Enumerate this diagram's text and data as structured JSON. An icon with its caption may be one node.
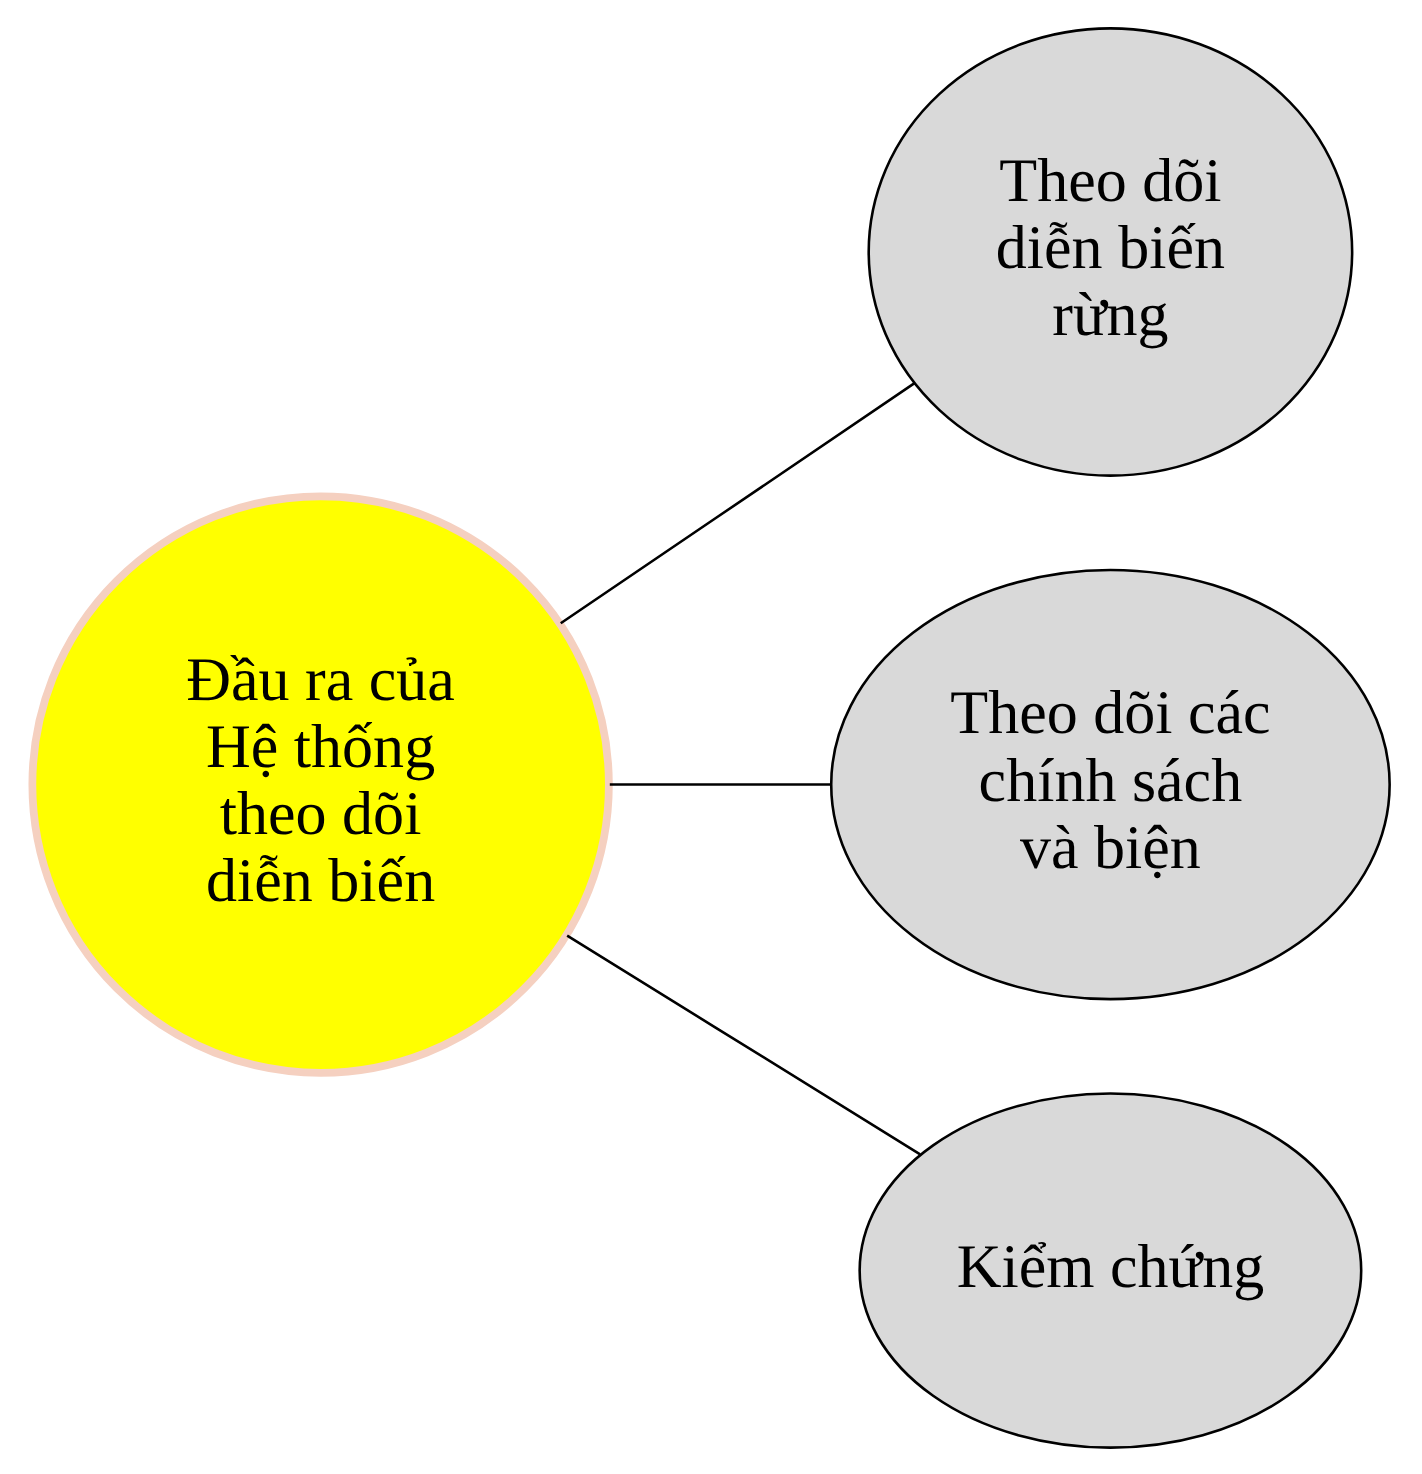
{
  "diagram": {
    "nodes": [
      {
        "text": [
          "Đầu ra của Hệ thống theo dõi diễn biến"
        ]
      },
      {
        "text": [
          "Theo dõi diễn biến rừng"
        ]
      },
      {
        "text": [
          "Theo dõi các chính sách và biện"
        ]
      },
      {
        "text": [
          "Kiểm chứng"
        ]
      }
    ],
    "edges": [
      {
        "from": 0,
        "to": 1,
        "arrow": "none"
      },
      {
        "from": 0,
        "to": 2,
        "arrow": "none"
      },
      {
        "from": 0,
        "to": 3,
        "arrow": "none"
      }
    ]
  }
}
